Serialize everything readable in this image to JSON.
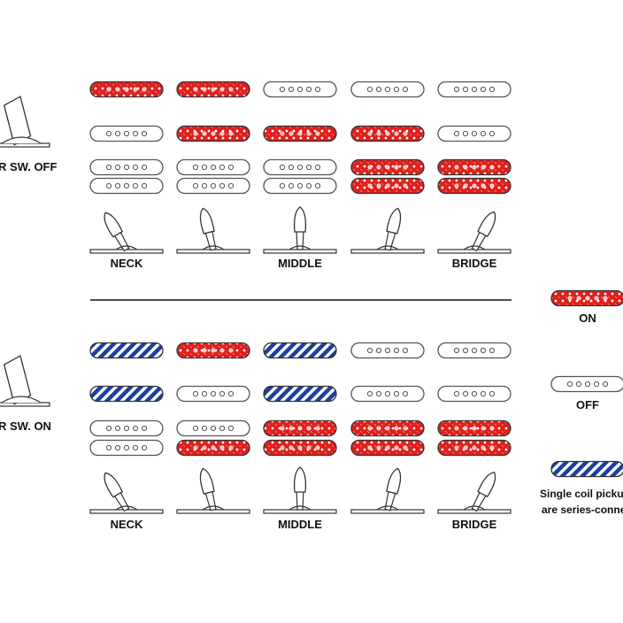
{
  "labels": {
    "switch_off": "R SW. OFF",
    "switch_on": "R SW. ON",
    "positions": [
      "NECK",
      "",
      "MIDDLE",
      "",
      "BRIDGE"
    ]
  },
  "legend": {
    "on": "ON",
    "off": "OFF",
    "series_line1": "Single coil picku",
    "series_line2": "are series-conne"
  },
  "colors": {
    "on": "#e0201c",
    "series": "#1c3f9e",
    "off": "#ffffff",
    "outline": "#555555",
    "text": "#111111"
  },
  "sections": [
    {
      "name": "switch-off",
      "columns": [
        {
          "neck": "on",
          "middle": "off",
          "bridge_top": "off",
          "bridge_bottom": "off",
          "lever": "left"
        },
        {
          "neck": "on",
          "middle": "on",
          "bridge_top": "off",
          "bridge_bottom": "off",
          "lever": "left-mid"
        },
        {
          "neck": "off",
          "middle": "on",
          "bridge_top": "off",
          "bridge_bottom": "off",
          "lever": "center"
        },
        {
          "neck": "off",
          "middle": "on",
          "bridge_top": "on",
          "bridge_bottom": "on",
          "lever": "right-mid"
        },
        {
          "neck": "off",
          "middle": "off",
          "bridge_top": "on",
          "bridge_bottom": "on",
          "lever": "right"
        }
      ]
    },
    {
      "name": "switch-on",
      "columns": [
        {
          "neck": "series",
          "middle": "series",
          "bridge_top": "off",
          "bridge_bottom": "off",
          "lever": "left"
        },
        {
          "neck": "on",
          "middle": "off",
          "bridge_top": "off",
          "bridge_bottom": "on",
          "lever": "left-mid"
        },
        {
          "neck": "series",
          "middle": "series",
          "bridge_top": "on",
          "bridge_bottom": "on",
          "lever": "center"
        },
        {
          "neck": "off",
          "middle": "off",
          "bridge_top": "on",
          "bridge_bottom": "on",
          "lever": "right-mid"
        },
        {
          "neck": "off",
          "middle": "off",
          "bridge_top": "on",
          "bridge_bottom": "on",
          "lever": "right"
        }
      ]
    }
  ]
}
